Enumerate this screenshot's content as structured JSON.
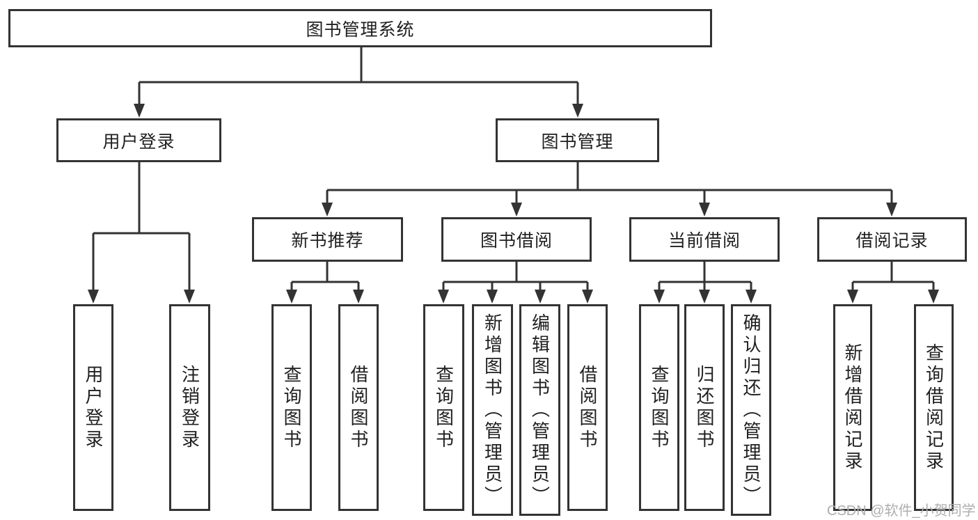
{
  "diagram": {
    "root_label": "图书管理系统",
    "level2": [
      "用户登录",
      "图书管理"
    ],
    "level3": [
      "新书推荐",
      "图书借阅",
      "当前借阅",
      "借阅记录"
    ],
    "leaves_user": [
      "用户登录",
      "注销登录"
    ],
    "leaves_recommend": [
      "查询图书",
      "借阅图书"
    ],
    "leaves_borrow": [
      "查询图书",
      "新增图书（管理员）",
      "编辑图书（管理员）",
      "借阅图书"
    ],
    "leaves_current": [
      "查询图书",
      "归还图书",
      "确认归还（管理员）"
    ],
    "leaves_records": [
      "新增借阅记录",
      "查询借阅记录"
    ]
  },
  "watermark": "CSDN @软件_小贺同学",
  "colors": {
    "line": "#333333",
    "box_border": "#333333",
    "text": "#1f1f1f",
    "watermark": "#aeaeae",
    "background": "#ffffff"
  }
}
